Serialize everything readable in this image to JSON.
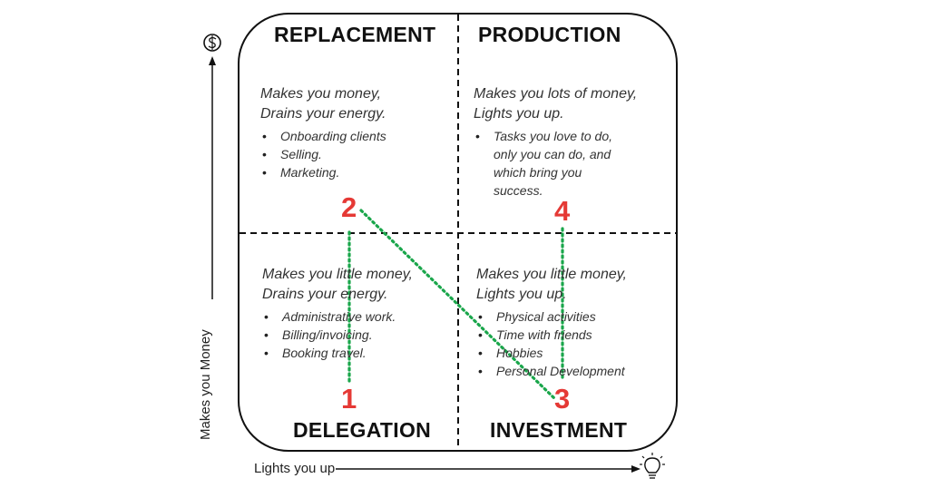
{
  "axes": {
    "y_label": "Makes you Money",
    "x_label": "Lights you up",
    "y_icon": "money-icon",
    "x_icon": "lightbulb-icon"
  },
  "quadrants": {
    "replacement": {
      "title": "REPLACEMENT",
      "desc1": "Makes you money,",
      "desc2": "Drains your energy.",
      "bullets": [
        "Onboarding clients",
        "Selling.",
        "Marketing."
      ],
      "number": "2"
    },
    "production": {
      "title": "PRODUCTION",
      "desc1": "Makes you lots of money,",
      "desc2": "Lights you up.",
      "bullets": [
        "Tasks you love to do,",
        "only you can do, and",
        "which bring you",
        "success."
      ],
      "number": "4"
    },
    "delegation": {
      "title": "DELEGATION",
      "desc1": "Makes you little money,",
      "desc2": "Drains your energy.",
      "bullets": [
        "Administrative work.",
        "Billing/invoicing.",
        "Booking travel."
      ],
      "number": "1"
    },
    "investment": {
      "title": "INVESTMENT",
      "desc1": "Makes you little money,",
      "desc2": "Lights you up.",
      "bullets": [
        "Physical activities",
        "Time with friends",
        "Hobbies",
        "Personal Development"
      ],
      "number": "3"
    }
  },
  "colors": {
    "path": "#1aa64b",
    "number": "#e53935",
    "frame": "#111111"
  }
}
